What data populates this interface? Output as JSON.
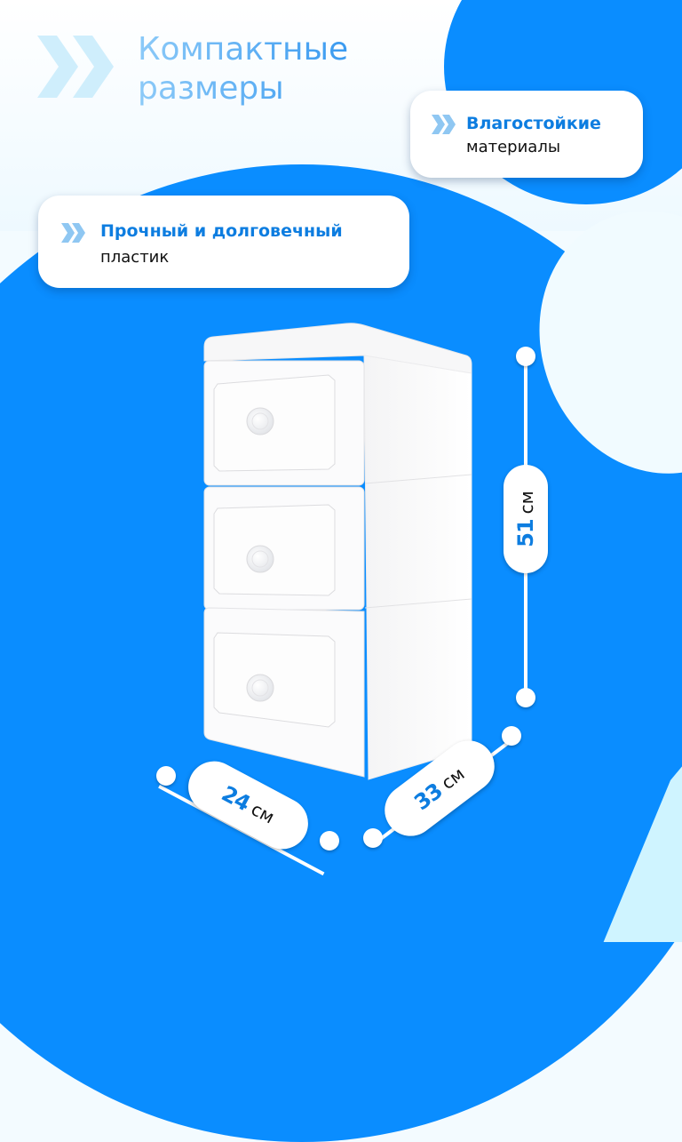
{
  "headline": {
    "line1": "Компактные",
    "line2": "размеры",
    "icon": "double-chevron-right-icon"
  },
  "features": [
    {
      "head": "Влагостойкие",
      "sub": "материалы",
      "icon": "double-chevron-right-icon"
    },
    {
      "head": "Прочный и долговечный",
      "sub": "пластик",
      "icon": "double-chevron-right-icon"
    }
  ],
  "dimensions": {
    "height": {
      "value": "51",
      "unit": "см"
    },
    "width": {
      "value": "24",
      "unit": "см"
    },
    "depth": {
      "value": "33",
      "unit": "см"
    }
  },
  "product": {
    "name": "white-plastic-3-drawer-cabinet",
    "drawers": 3
  },
  "colors": {
    "brand_blue": "#0a8dff",
    "accent_text": "#0d7de0",
    "light_bg": "#f3fbff",
    "corner_cyan": "#cff4ff",
    "headline_light": "#8ccaf8"
  }
}
